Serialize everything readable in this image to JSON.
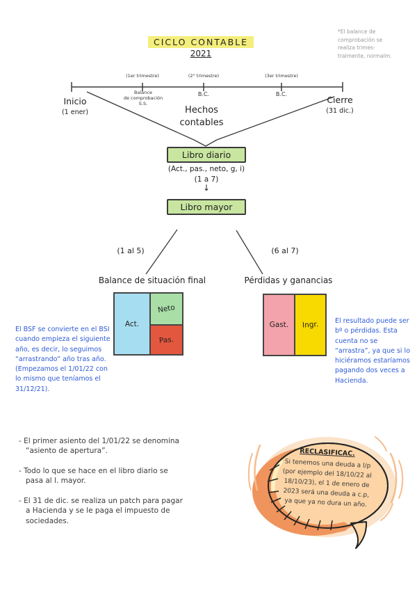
{
  "ink": {
    "blue": "#2e5bd7",
    "black": "#333333",
    "gray": "#9a9a9a"
  },
  "header": {
    "title": "CICLO CONTABLE",
    "year": "2021",
    "highlight_color": "#f4ee7c"
  },
  "corner_note": {
    "lines": [
      "*El balance de",
      "comprobación se",
      "realiza trimes-",
      "tralmente, normalm."
    ]
  },
  "timeline": {
    "start_label": "Inicio",
    "start_date": "(1 ener)",
    "end_label": "Cierre",
    "end_date": "(31 dic.)",
    "quarters": [
      "(1er trimestre)",
      "(2° trimestre)",
      "(3er trimestre)"
    ],
    "tick1_lines": [
      "Balance",
      "de comprobación",
      "S.S."
    ],
    "tick2_label": "B.C.",
    "tick3_label": "B.C.",
    "center_label": "Hechos contables"
  },
  "flow": {
    "box_color": "#c8e6a0",
    "libro_diario": "Libro diario",
    "accounts_note": "(Act., pas., neto, g, i)",
    "range_note": "(1 a 7)",
    "down_arrow": "↓",
    "libro_mayor": "Libro mayor",
    "branch_left": "(1 al 5)",
    "branch_right": "(6 al 7)"
  },
  "balance_final": {
    "title": "Balance de situación final",
    "act": {
      "label": "Act.",
      "color": "#a7ddf1"
    },
    "neto": {
      "label": "Neto",
      "color": "#a9dfa7"
    },
    "pas": {
      "label": "Pas.",
      "color": "#e4573f"
    }
  },
  "perdidas_ganancias": {
    "title": "Pérdidas y ganancias",
    "gast": {
      "label": "Gast.",
      "color": "#f3a3ab"
    },
    "ingr": {
      "label": "Ingr.",
      "color": "#f8d900"
    }
  },
  "blue_note_left": "El BSF se convierte en el BSI cuando empieza el siguiente año, es decir, lo seguimos “arrastrando” año tras año. (Empezamos el 1/01/22 con lo mismo que teníamos el 31/12/21).",
  "blue_note_right": "El resultado puede ser bº o pérdidas. Esta cuenta no se “arrastra”, ya que si lo hiciéramos estaríamos pagando dos veces a Hacienda.",
  "bullets": [
    "- El primer asiento del 1/01/22 se denomina “asiento de apertura”.",
    "- Todo lo que se hace en el libro diario se pasa al l. mayor.",
    "- El 31 de dic. se realiza un patch para pagar a Hacienda y se le paga el impuesto de sociedades."
  ],
  "bubble": {
    "title": "RECLASIFICAC.",
    "body": "Si tenemos una deuda a l/p (por ejemplo del 18/10/22 al 18/10/23), el 1 de enero de 2023 será una deuda a c.p, ya que ya no dura un año.",
    "fill": "#fcd4a5",
    "rim": "#ef945c",
    "glow": "#f6bd8e"
  }
}
